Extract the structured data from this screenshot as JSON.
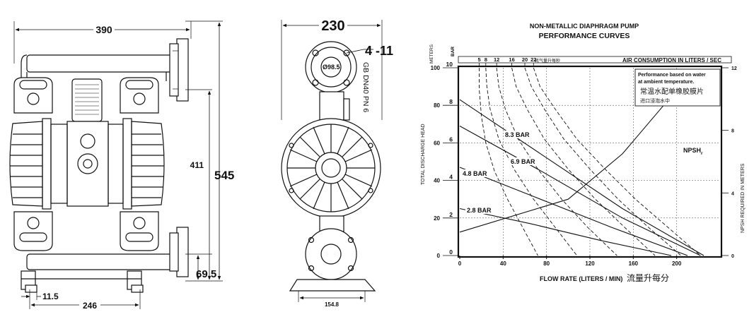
{
  "front_view": {
    "dim_width": "390",
    "dim_height_inner": "411",
    "dim_height_total": "545",
    "dim_base_height": "69.5",
    "dim_foot": "11.5",
    "dim_base_width": "246"
  },
  "side_view": {
    "dim_width": "230",
    "dim_holes": "4 -11",
    "dim_bolt_circle": "Ø98.5",
    "flange_note": "GB  DN40 PN 6",
    "dim_base": "154.8"
  },
  "chart_data": {
    "type": "line",
    "title": "NON-METALLIC DIAPHRAGM PUMP",
    "subtitle": "PERFORMANCE CURVES",
    "xlabel": "FLOW RATE (LITERS / MIN)",
    "xlabel_cn": "流量升每分",
    "ylabel_left": "TOTAL DISCHARGE HEAD",
    "ylabel_left_unit": "METERS",
    "ylabel_bar": "BAR",
    "ylabel_right": "NPSH REQUIRED IN METERS",
    "top_axis_label": "AIR CONSUMPTION IN LITERS / SEC",
    "top_axis_label_cn": "耗气量升每秒",
    "note_en": "Performance based on water at ambient temperature.",
    "note_cn_1": "常温水配单橡胶膜片",
    "note_cn_2": "进口浸泡水中",
    "xlim": [
      0,
      240
    ],
    "ylim_meters": [
      0,
      100
    ],
    "ylim_bar": [
      0,
      10
    ],
    "ylim_npsh": [
      0,
      12
    ],
    "x_ticks": [
      "0",
      "40",
      "80",
      "120",
      "160",
      "200"
    ],
    "y_ticks_meters": [
      "0",
      "20",
      "40",
      "60",
      "80",
      "100"
    ],
    "y_ticks_bar": [
      "0",
      "2",
      "4",
      "6",
      "8",
      "10"
    ],
    "npsh_ticks": [
      "0",
      "4",
      "8",
      "12"
    ],
    "air_ticks": [
      "5",
      "8",
      "12",
      "16",
      "20",
      "22"
    ],
    "air_tick_positions": [
      18,
      24,
      34,
      48,
      60,
      68
    ],
    "grid": true,
    "series": [
      {
        "name": "8.3 BAR",
        "x": [
          0,
          75,
          150,
          225
        ],
        "y": [
          83,
          54,
          25,
          0
        ]
      },
      {
        "name": "6.9 BAR",
        "x": [
          0,
          75,
          150,
          222
        ],
        "y": [
          69,
          45,
          20,
          0
        ]
      },
      {
        "name": "4.8 BAR",
        "x": [
          0,
          70,
          140,
          210
        ],
        "y": [
          47,
          31,
          15,
          0
        ]
      },
      {
        "name": "2.8 BAR",
        "x": [
          0,
          65,
          130,
          195
        ],
        "y": [
          25,
          17,
          8,
          0
        ]
      },
      {
        "name": "NPSHr",
        "x": [
          0,
          100,
          150,
          188
        ],
        "y": [
          1.5,
          3.6,
          6.5,
          9.6
        ],
        "axis": "npsh"
      }
    ],
    "air_curves": [
      {
        "x": [
          18,
          18,
          20,
          24,
          32,
          44,
          58,
          72
        ],
        "y": [
          100,
          88,
          74,
          60,
          45,
          30,
          15,
          0
        ]
      },
      {
        "x": [
          24,
          25,
          28,
          36,
          50,
          68,
          88,
          108
        ],
        "y": [
          100,
          90,
          78,
          62,
          46,
          30,
          15,
          0
        ]
      },
      {
        "x": [
          34,
          36,
          42,
          54,
          72,
          94,
          118,
          145
        ],
        "y": [
          100,
          90,
          78,
          62,
          46,
          30,
          15,
          0
        ]
      },
      {
        "x": [
          48,
          52,
          62,
          78,
          100,
          125,
          152,
          180
        ],
        "y": [
          100,
          90,
          78,
          62,
          46,
          30,
          15,
          0
        ]
      },
      {
        "x": [
          60,
          66,
          78,
          96,
          120,
          146,
          174,
          204
        ],
        "y": [
          100,
          90,
          78,
          62,
          46,
          30,
          15,
          0
        ]
      },
      {
        "x": [
          68,
          74,
          88,
          108,
          134,
          162,
          192,
          222
        ],
        "y": [
          100,
          90,
          78,
          62,
          46,
          30,
          15,
          0
        ]
      }
    ]
  }
}
